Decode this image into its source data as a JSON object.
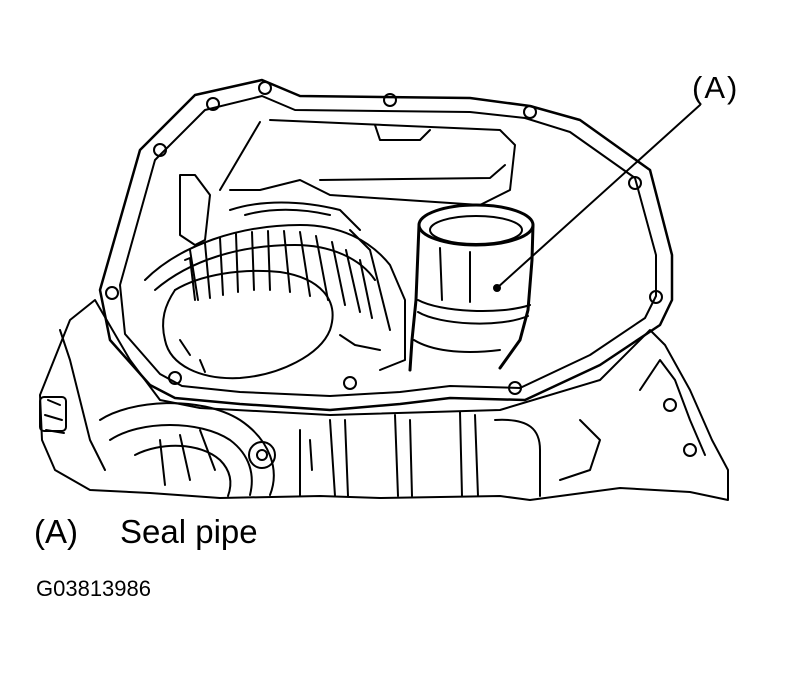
{
  "callout": {
    "label": "(A)"
  },
  "legend": {
    "key": "(A)",
    "text": "Seal pipe"
  },
  "figure_code": "G03813986",
  "colors": {
    "ink": "#000000",
    "paper": "#ffffff"
  }
}
